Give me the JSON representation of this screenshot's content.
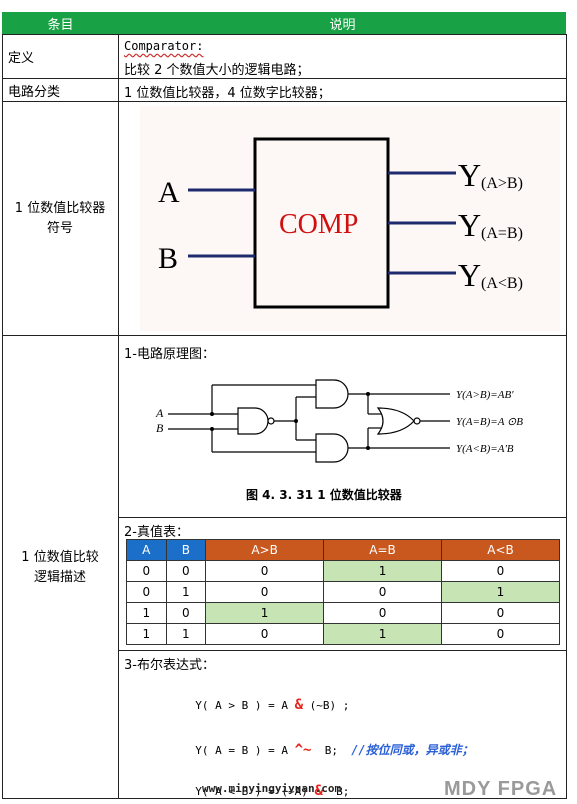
{
  "header": {
    "col1": "条目",
    "col2": "说明"
  },
  "rows": {
    "definition": {
      "label": "定义",
      "line1": "Comparator:",
      "line2": "比较 2 个数值大小的逻辑电路；"
    },
    "classification": {
      "label": "电路分类",
      "value": "1 位数值比较器，4 位数字比较器；"
    },
    "symbol": {
      "label": "1 位数值比较器符号",
      "input_a": "A",
      "input_b": "B",
      "block": "COMP",
      "out_gt": "(A>B)",
      "out_eq": "(A=B)",
      "out_lt": "(A<B)",
      "out_letter": "Y"
    },
    "logic": {
      "label": "1 位数值比较逻辑描述",
      "section1": "1-电路原理图：",
      "schematic": {
        "in_a": "A",
        "in_b": "B",
        "y_gt": "Y(A>B)=AB'",
        "y_eq": "Y(A=B)=A ⊙B",
        "y_lt": "Y(A<B)=A'B",
        "caption": "图 4. 3. 31    1 位数值比较器"
      },
      "section2": "2-真值表：",
      "truth_table": {
        "headers": [
          "A",
          "B",
          "A>B",
          "A=B",
          "A<B"
        ],
        "rows": [
          [
            "0",
            "0",
            "0",
            "1",
            "0"
          ],
          [
            "0",
            "1",
            "0",
            "0",
            "1"
          ],
          [
            "1",
            "0",
            "1",
            "0",
            "0"
          ],
          [
            "1",
            "1",
            "0",
            "1",
            "0"
          ]
        ]
      },
      "section3": "3-布尔表达式：",
      "exprs": {
        "gt_pre": "Y( A > B ) = A ",
        "gt_op": "&",
        "gt_post": " (~B) ;",
        "eq_pre": "Y( A = B ) = A ",
        "eq_op": "^~",
        "eq_post": "  B;  ",
        "eq_comment": "//按位同或，异或非；",
        "lt_pre": "Y( A < B ) = (~A) ",
        "lt_op": "&",
        "lt_post": "  B;"
      }
    }
  },
  "watermarks": {
    "site": "www.minyingyiyuan.com",
    "brand": "MDY FPGA"
  },
  "colors": {
    "header_green": "#18a245",
    "blue": "#1c6fc9",
    "orange": "#c9581f",
    "highlight": "#c6e4b4",
    "red": "#e8231c"
  }
}
